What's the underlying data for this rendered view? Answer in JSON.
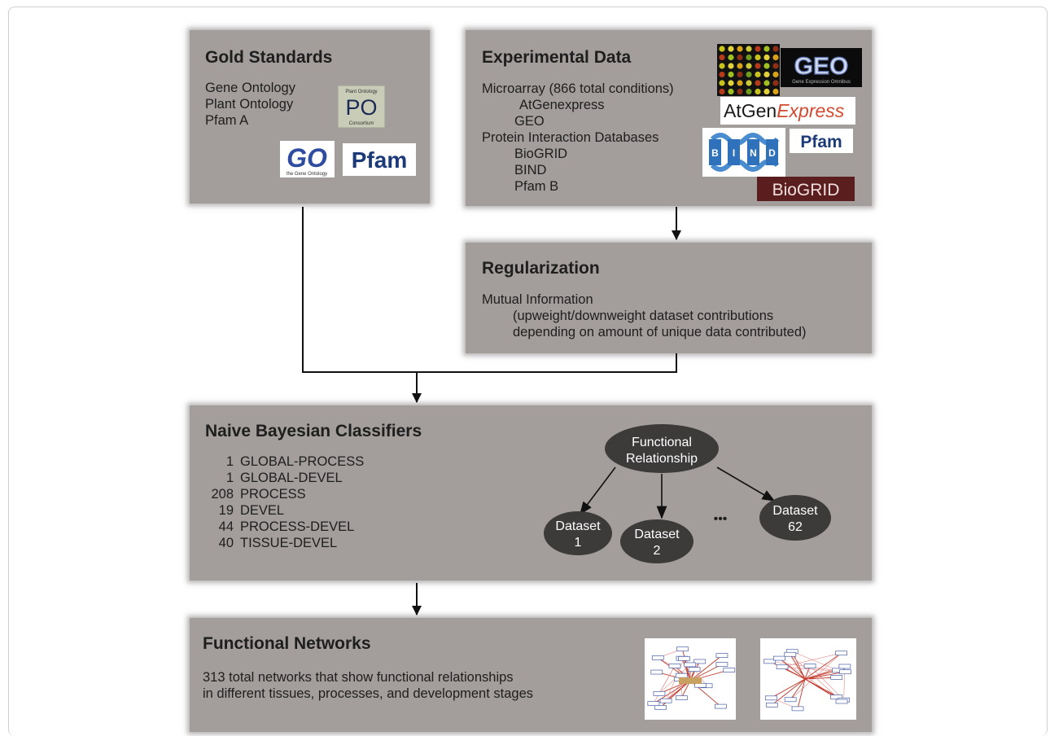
{
  "gold": {
    "title": "Gold Standards",
    "lines": [
      "Gene Ontology",
      "Plant Ontology",
      "Pfam A"
    ],
    "po_logo": {
      "top": "Plant Ontology",
      "main": "PO",
      "bottom": "Consortium"
    },
    "go_logo": {
      "main": "GO",
      "sub": "the Gene Ontology"
    },
    "pfam_logo": "Pfam"
  },
  "experimental": {
    "title": "Experimental Data",
    "lines": [
      "Microarray (866 total conditions)",
      "AtGenexpress",
      "GEO",
      "Protein Interaction Databases",
      "BioGRID",
      "BIND",
      "Pfam B"
    ],
    "geo_logo": {
      "main": "GEO",
      "sub": "Gene Expression Omnibus"
    },
    "atgen_logo": {
      "a": "AtGen",
      "b": "Express"
    },
    "bind_letters": [
      "B",
      "I",
      "N",
      "D"
    ],
    "pfam_logo": "Pfam",
    "biogrid_logo": "BioGRID"
  },
  "regularization": {
    "title": "Regularization",
    "lines": [
      "Mutual Information",
      "(upweight/downweight dataset contributions",
      "depending on amount of unique data contributed)"
    ]
  },
  "classifiers": {
    "title": "Naive Bayesian Classifiers",
    "rows": [
      {
        "count": "1",
        "label": "GLOBAL-PROCESS"
      },
      {
        "count": "1",
        "label": "GLOBAL-DEVEL"
      },
      {
        "count": "208",
        "label": "PROCESS"
      },
      {
        "count": "19",
        "label": "DEVEL"
      },
      {
        "count": "44",
        "label": "PROCESS-DEVEL"
      },
      {
        "count": "40",
        "label": "TISSUE-DEVEL"
      }
    ],
    "root_node": [
      "Functional",
      "Relationship"
    ],
    "dataset_nodes": [
      [
        "Dataset",
        "1"
      ],
      [
        "Dataset",
        "2"
      ],
      [
        "Dataset",
        "62"
      ]
    ],
    "ellipsis": "•••"
  },
  "networks": {
    "title": "Functional Networks",
    "lines": [
      "313 total networks that show functional relationships",
      "in different tissues, processes, and development stages"
    ]
  },
  "colors": {
    "panel": "#a39d9b",
    "node": "#3d3a3a",
    "arrow": "#111111",
    "network_edge": "#c0392b"
  }
}
